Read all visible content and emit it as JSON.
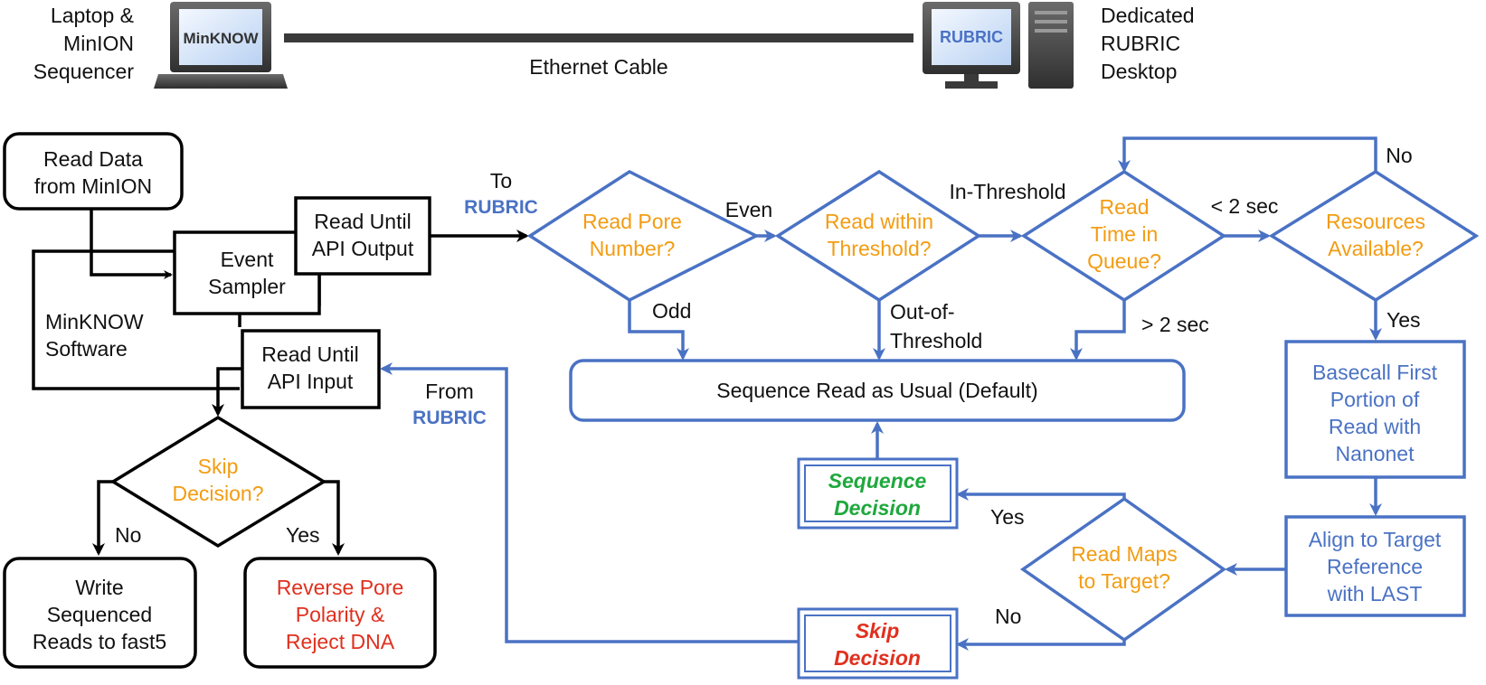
{
  "hardware": {
    "laptop_label": [
      "Laptop &",
      "MinION",
      "Sequencer"
    ],
    "laptop_screen": "MinKNOW",
    "cable_label": "Ethernet Cable",
    "desktop_screen": "RUBRIC",
    "desktop_label": [
      "Dedicated",
      "RUBRIC",
      "Desktop"
    ]
  },
  "minknow": {
    "read_data": [
      "Read Data",
      "from MinION"
    ],
    "event_sampler": [
      "Event",
      "Sampler"
    ],
    "api_output": [
      "Read Until",
      "API Output"
    ],
    "software": [
      "MinKNOW",
      "Software"
    ],
    "api_input": [
      "Read Until",
      "API Input"
    ],
    "skip_decision_q": [
      "Skip",
      "Decision?"
    ],
    "no": "No",
    "yes": "Yes",
    "write_reads": [
      "Write",
      "Sequenced",
      "Reads to fast5"
    ],
    "reverse_pore": [
      "Reverse Pore",
      "Polarity &",
      "Reject DNA"
    ]
  },
  "links": {
    "to": "To",
    "rubric_to": "RUBRIC",
    "from": "From",
    "rubric_from": "RUBRIC"
  },
  "rubric": {
    "pore_q": [
      "Read Pore",
      "Number?"
    ],
    "even": "Even",
    "odd": "Odd",
    "threshold_q": [
      "Read within",
      "Threshold?"
    ],
    "in_threshold": "In-Threshold",
    "out_threshold": [
      "Out-of-",
      "Threshold"
    ],
    "queue_q": [
      "Read",
      "Time in",
      "Queue?"
    ],
    "lt2": "< 2 sec",
    "gt2": "> 2 sec",
    "resources_q": [
      "Resources",
      "Available?"
    ],
    "no": "No",
    "yes": "Yes",
    "default": "Sequence Read as Usual (Default)",
    "basecall": [
      "Basecall First",
      "Portion of",
      "Read with",
      "Nanonet"
    ],
    "align": [
      "Align to Target",
      "Reference",
      "with LAST"
    ],
    "maps_q": [
      "Read Maps",
      "to Target?"
    ],
    "maps_yes": "Yes",
    "maps_no": "No",
    "seq_decision": [
      "Sequence",
      "Decision"
    ],
    "skip_decision": [
      "Skip",
      "Decision"
    ]
  },
  "colors": {
    "black": "#000000",
    "blue": "#4a72c4",
    "orange": "#f39c12",
    "red": "#e0301e",
    "green": "#1ea83c"
  }
}
